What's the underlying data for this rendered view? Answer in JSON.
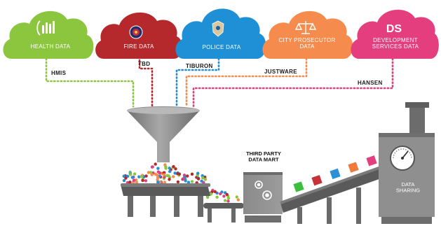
{
  "sources": [
    {
      "id": "health",
      "label": "HEALTH DATA",
      "system": "HMIS",
      "color": "#8cc63f",
      "icon": "bar-chart-icon"
    },
    {
      "id": "fire",
      "label": "FIRE DATA",
      "system": "TBD",
      "color": "#b5292c",
      "icon": "fire-badge-icon"
    },
    {
      "id": "police",
      "label": "POLICE DATA",
      "system": "TIBURON",
      "color": "#1f8fd6",
      "icon": "police-badge-icon"
    },
    {
      "id": "prosecutor",
      "label": "CITY PROSECUTOR\nDATA",
      "system": "JUSTWARE",
      "color": "#f58b4c",
      "icon": "scales-icon"
    },
    {
      "id": "devservices",
      "label": "DEVELOPMENT\nSERVICES DATA",
      "system": "HANSEN",
      "color": "#e53e7f",
      "icon": "ds-monogram",
      "monogram": "DS"
    }
  ],
  "machine": {
    "label": "THIRD PARTY\nDATA MART",
    "icon": "gears-icon"
  },
  "silo": {
    "label": "DATA\nSHARING",
    "icon": "gauge-icon"
  },
  "belt_blocks": [
    "#3cbf3c",
    "#c8303a",
    "#2e8fd9",
    "#f07a3b",
    "#e53e7f"
  ]
}
